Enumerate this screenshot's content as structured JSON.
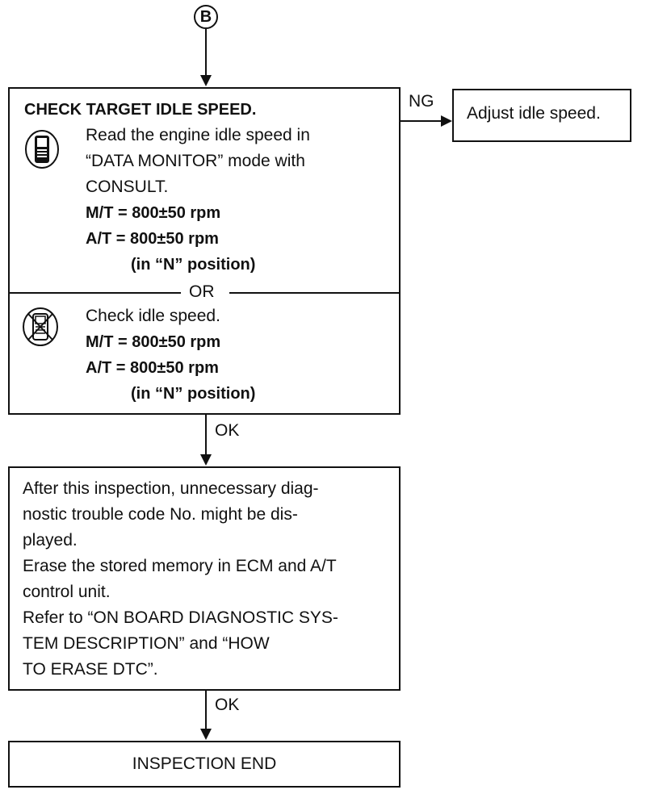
{
  "connector": {
    "label": "B"
  },
  "check_box": {
    "title": "CHECK TARGET IDLE SPEED.",
    "consult": {
      "line1": "Read the engine idle speed in",
      "line2": "“DATA MONITOR” mode with",
      "line3": "CONSULT.",
      "mt": "M/T = 800±50 rpm",
      "at": "A/T = 800±50 rpm",
      "position": "(in “N” position)",
      "icon": "consult-tester-icon"
    },
    "or_label": "OR",
    "no_consult": {
      "line1": "Check idle speed.",
      "mt": "M/T = 800±50 rpm",
      "at": "A/T = 800±50 rpm",
      "position": "(in “N” position)",
      "icon": "no-consult-icon"
    }
  },
  "ng_branch": {
    "label": "NG",
    "action": "Adjust idle speed."
  },
  "ok1": {
    "label": "OK"
  },
  "info_box": {
    "lines": [
      "After this inspection, unnecessary diag-",
      "nostic trouble code No. might be dis-",
      "played.",
      "Erase the stored memory in ECM and A/T",
      "control unit.",
      "Refer to “ON BOARD DIAGNOSTIC SYS-",
      "TEM DESCRIPTION” and “HOW",
      "TO ERASE DTC”."
    ]
  },
  "ok2": {
    "label": "OK"
  },
  "end_box": {
    "label": "INSPECTION END"
  }
}
